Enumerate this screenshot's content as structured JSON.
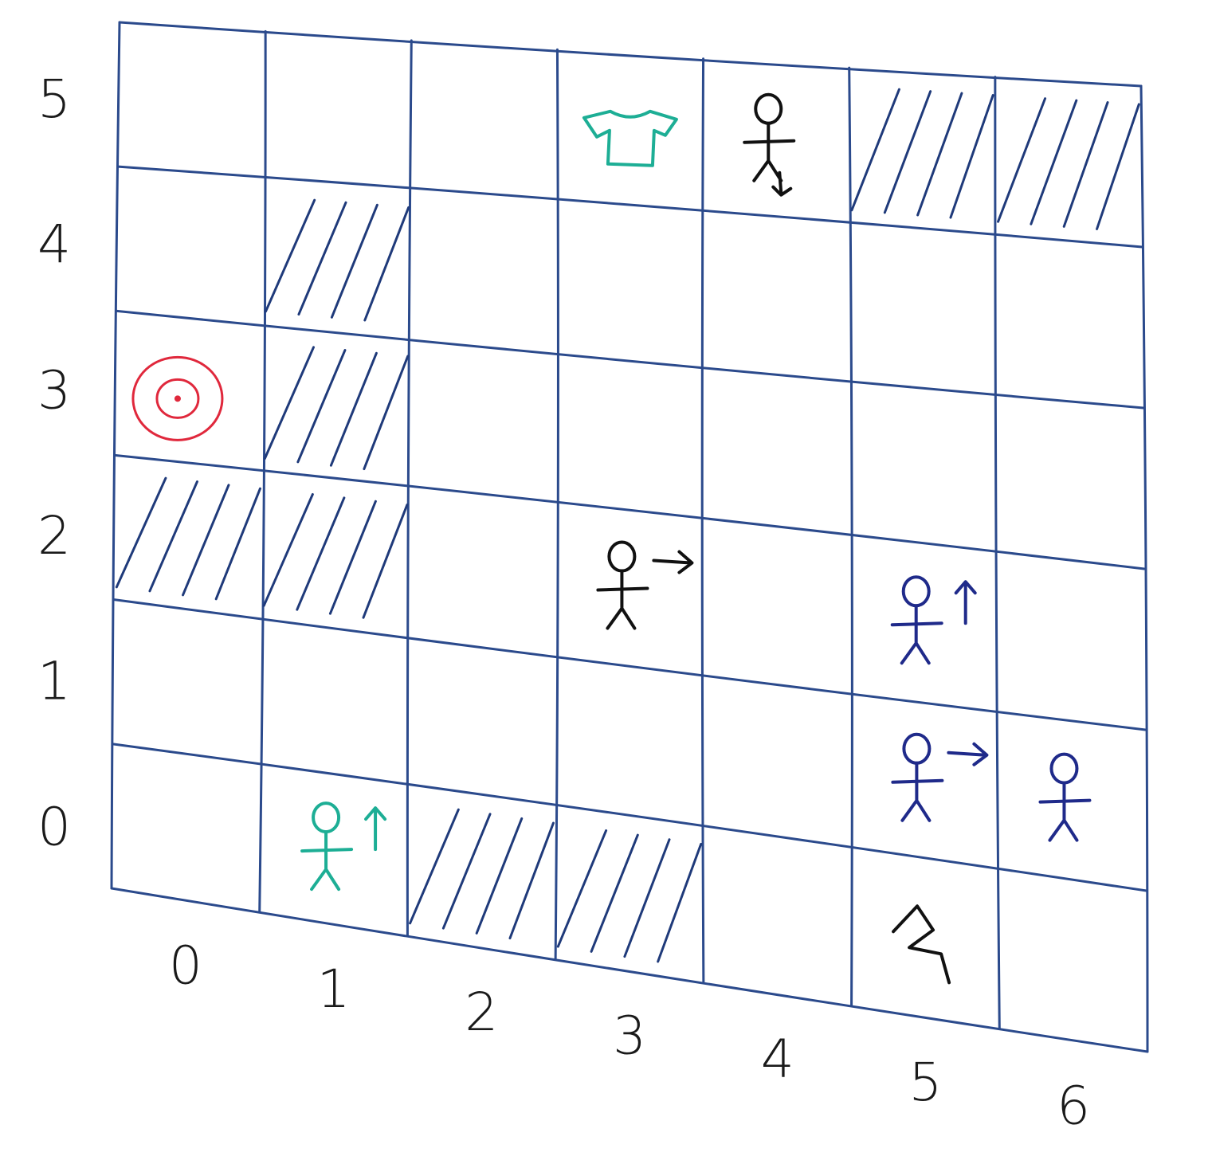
{
  "grid": {
    "columns": 7,
    "rows": 6,
    "x_labels": [
      "0",
      "1",
      "2",
      "3",
      "4",
      "5",
      "6"
    ],
    "y_labels": [
      "0",
      "1",
      "2",
      "3",
      "4",
      "5"
    ]
  },
  "colors": {
    "grid": "#2b4a8c",
    "hatch": "#1f3a7a",
    "agent": "#1dae95",
    "target": "#e0283c",
    "pedestrian_black": "#111111",
    "pedestrian_blue": "#1f2a8a"
  },
  "cells": {
    "obstacles": [
      {
        "col": 1,
        "row": 4
      },
      {
        "col": 1,
        "row": 3
      },
      {
        "col": 0,
        "row": 2
      },
      {
        "col": 1,
        "row": 2
      },
      {
        "col": 5,
        "row": 5
      },
      {
        "col": 6,
        "row": 5
      },
      {
        "col": 2,
        "row": 0
      },
      {
        "col": 3,
        "row": 0
      }
    ],
    "target": {
      "col": 0,
      "row": 3,
      "icon": "target-icon"
    },
    "shirt": {
      "col": 3,
      "row": 5,
      "icon": "shirt-icon"
    },
    "agent": {
      "col": 1,
      "row": 0,
      "direction": "up",
      "icon": "stick-figure-icon"
    },
    "pedestrians": [
      {
        "col": 4,
        "row": 5,
        "direction": "down",
        "color": "black"
      },
      {
        "col": 3,
        "row": 2,
        "direction": "right",
        "color": "black"
      },
      {
        "col": 5,
        "row": 2,
        "direction": "up",
        "color": "blue"
      },
      {
        "col": 5,
        "row": 1,
        "direction": "right",
        "color": "blue"
      },
      {
        "col": 6,
        "row": 1,
        "direction": "none",
        "color": "blue"
      }
    ],
    "squiggle": {
      "col": 5,
      "row": 0,
      "icon": "squiggle-icon"
    }
  }
}
